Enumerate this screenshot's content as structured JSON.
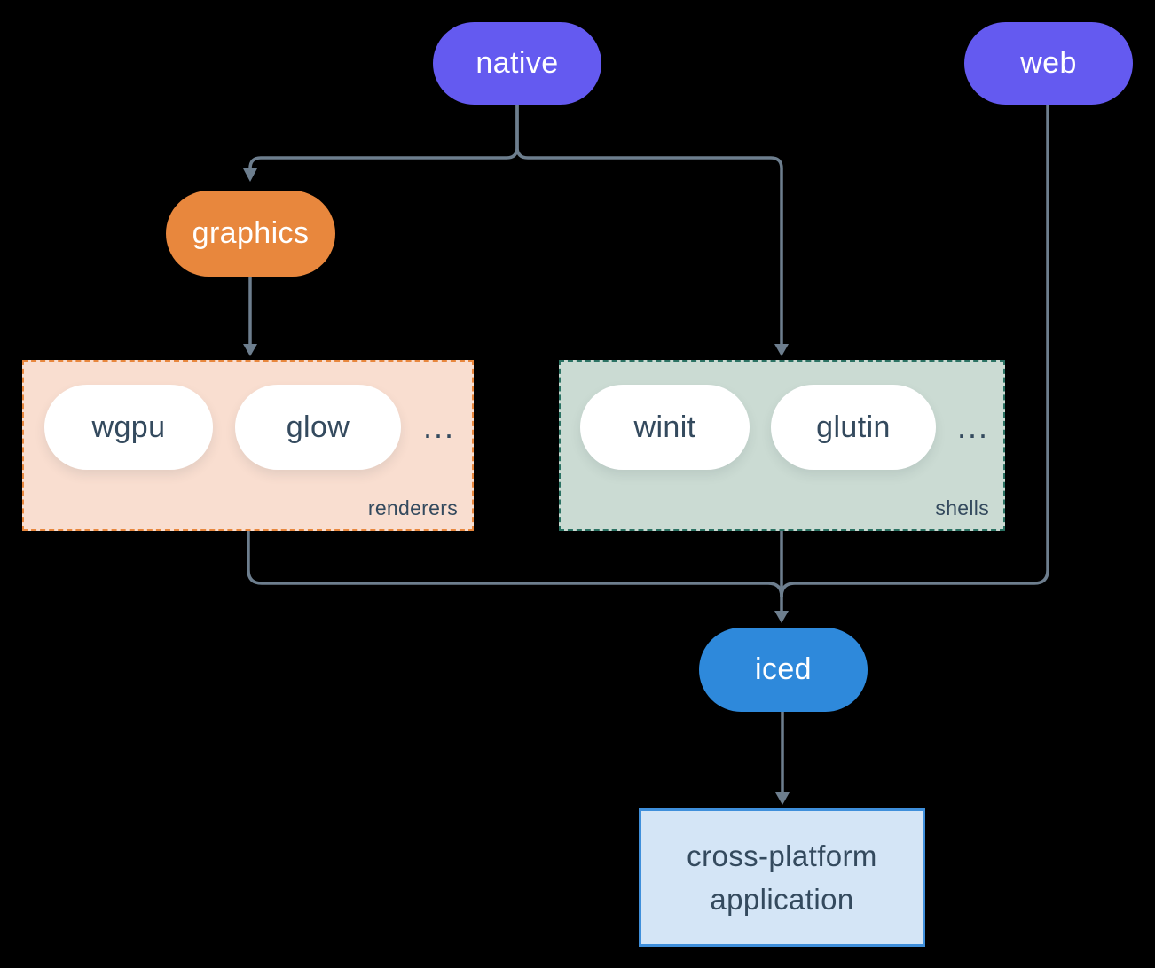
{
  "diagram": {
    "background": "#000000",
    "edge_color": "#6D7E8E",
    "nodes": {
      "native": {
        "label": "native",
        "color": "#645AF0",
        "text_color": "#FFFFFF"
      },
      "web": {
        "label": "web",
        "color": "#645AF0",
        "text_color": "#FFFFFF"
      },
      "graphics": {
        "label": "graphics",
        "color": "#E8873D",
        "text_color": "#FFFFFF"
      },
      "iced": {
        "label": "iced",
        "color": "#2E89DB",
        "text_color": "#FFFFFF"
      },
      "application": {
        "line1": "cross-platform",
        "line2": "application",
        "fill": "#D4E5F6",
        "border": "#3F8FDB",
        "text_color": "#344A5E"
      }
    },
    "groups": {
      "renderers": {
        "label": "renderers",
        "fill": "#F9DED0",
        "border": "#E8873D",
        "items": [
          "wgpu",
          "glow"
        ],
        "ellipsis": "...",
        "text_color": "#344A5E"
      },
      "shells": {
        "label": "shells",
        "fill": "#CBDBD3",
        "border": "#2B7263",
        "items": [
          "winit",
          "glutin"
        ],
        "ellipsis": "...",
        "text_color": "#344A5E"
      }
    },
    "edges": [
      {
        "from": "native",
        "to": "graphics"
      },
      {
        "from": "native",
        "to": "shells"
      },
      {
        "from": "graphics",
        "to": "renderers"
      },
      {
        "from": "renderers",
        "to": "iced"
      },
      {
        "from": "shells",
        "to": "iced"
      },
      {
        "from": "web",
        "to": "iced"
      },
      {
        "from": "iced",
        "to": "application"
      }
    ]
  }
}
